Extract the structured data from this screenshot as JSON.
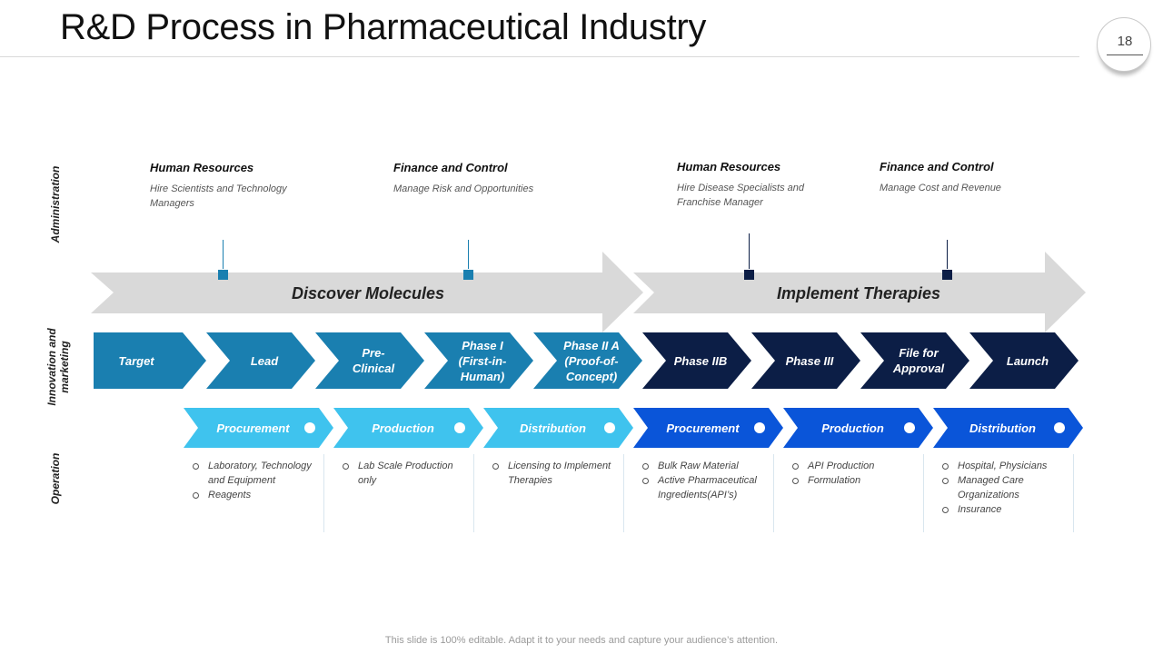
{
  "title": "R&D Process in Pharmaceutical Industry",
  "page_number": "18",
  "row_labels": {
    "administration": "Administration",
    "innovation": "Innovation and marketing",
    "operation": "Operation"
  },
  "admin": [
    {
      "heading": "Human Resources",
      "desc": "Hire Scientists and Technology Managers",
      "marker_color": "#1a7fb0"
    },
    {
      "heading": "Finance and Control",
      "desc": "Manage Risk and Opportunities",
      "marker_color": "#1a7fb0"
    },
    {
      "heading": "Human Resources",
      "desc": "Hire Disease Specialists and Franchise Manager",
      "marker_color": "#0c1e46"
    },
    {
      "heading": "Finance and Control",
      "desc": "Manage Cost and Revenue",
      "marker_color": "#0c1e46"
    }
  ],
  "big_arrows": [
    "Discover Molecules",
    "Implement Therapies"
  ],
  "stages": [
    {
      "label": "Target",
      "color": "#1a7fb0"
    },
    {
      "label": "Lead",
      "color": "#1a7fb0"
    },
    {
      "label": "Pre-\nClinical",
      "color": "#1a7fb0"
    },
    {
      "label": "Phase I\n(First-in-\nHuman)",
      "color": "#1a7fb0"
    },
    {
      "label": "Phase II A\n(Proof-of-\nConcept)",
      "color": "#1a7fb0"
    },
    {
      "label": "Phase IIB",
      "color": "#0c1e46"
    },
    {
      "label": "Phase III",
      "color": "#0c1e46"
    },
    {
      "label": "File for\nApproval",
      "color": "#0c1e46"
    },
    {
      "label": "Launch",
      "color": "#0c1e46"
    }
  ],
  "operations": [
    {
      "label": "Procurement",
      "color": "#3fc3ee",
      "items": [
        "Laboratory, Technology and Equipment",
        "Reagents"
      ]
    },
    {
      "label": "Production",
      "color": "#3fc3ee",
      "items": [
        "Lab Scale Production only"
      ]
    },
    {
      "label": "Distribution",
      "color": "#3fc3ee",
      "items": [
        "Licensing to Implement Therapies"
      ]
    },
    {
      "label": "Procurement",
      "color": "#0a55d9",
      "items": [
        "Bulk Raw Material",
        "Active Pharmaceutical Ingredients(API’s)"
      ]
    },
    {
      "label": "Production",
      "color": "#0a55d9",
      "items": [
        "API Production",
        "Formulation"
      ]
    },
    {
      "label": "Distribution",
      "color": "#0a55d9",
      "items": [
        "Hospital, Physicians",
        "Managed Care Organizations",
        "Insurance"
      ]
    }
  ],
  "footer": "This slide is 100% editable. Adapt it to your needs and capture your audience’s attention."
}
